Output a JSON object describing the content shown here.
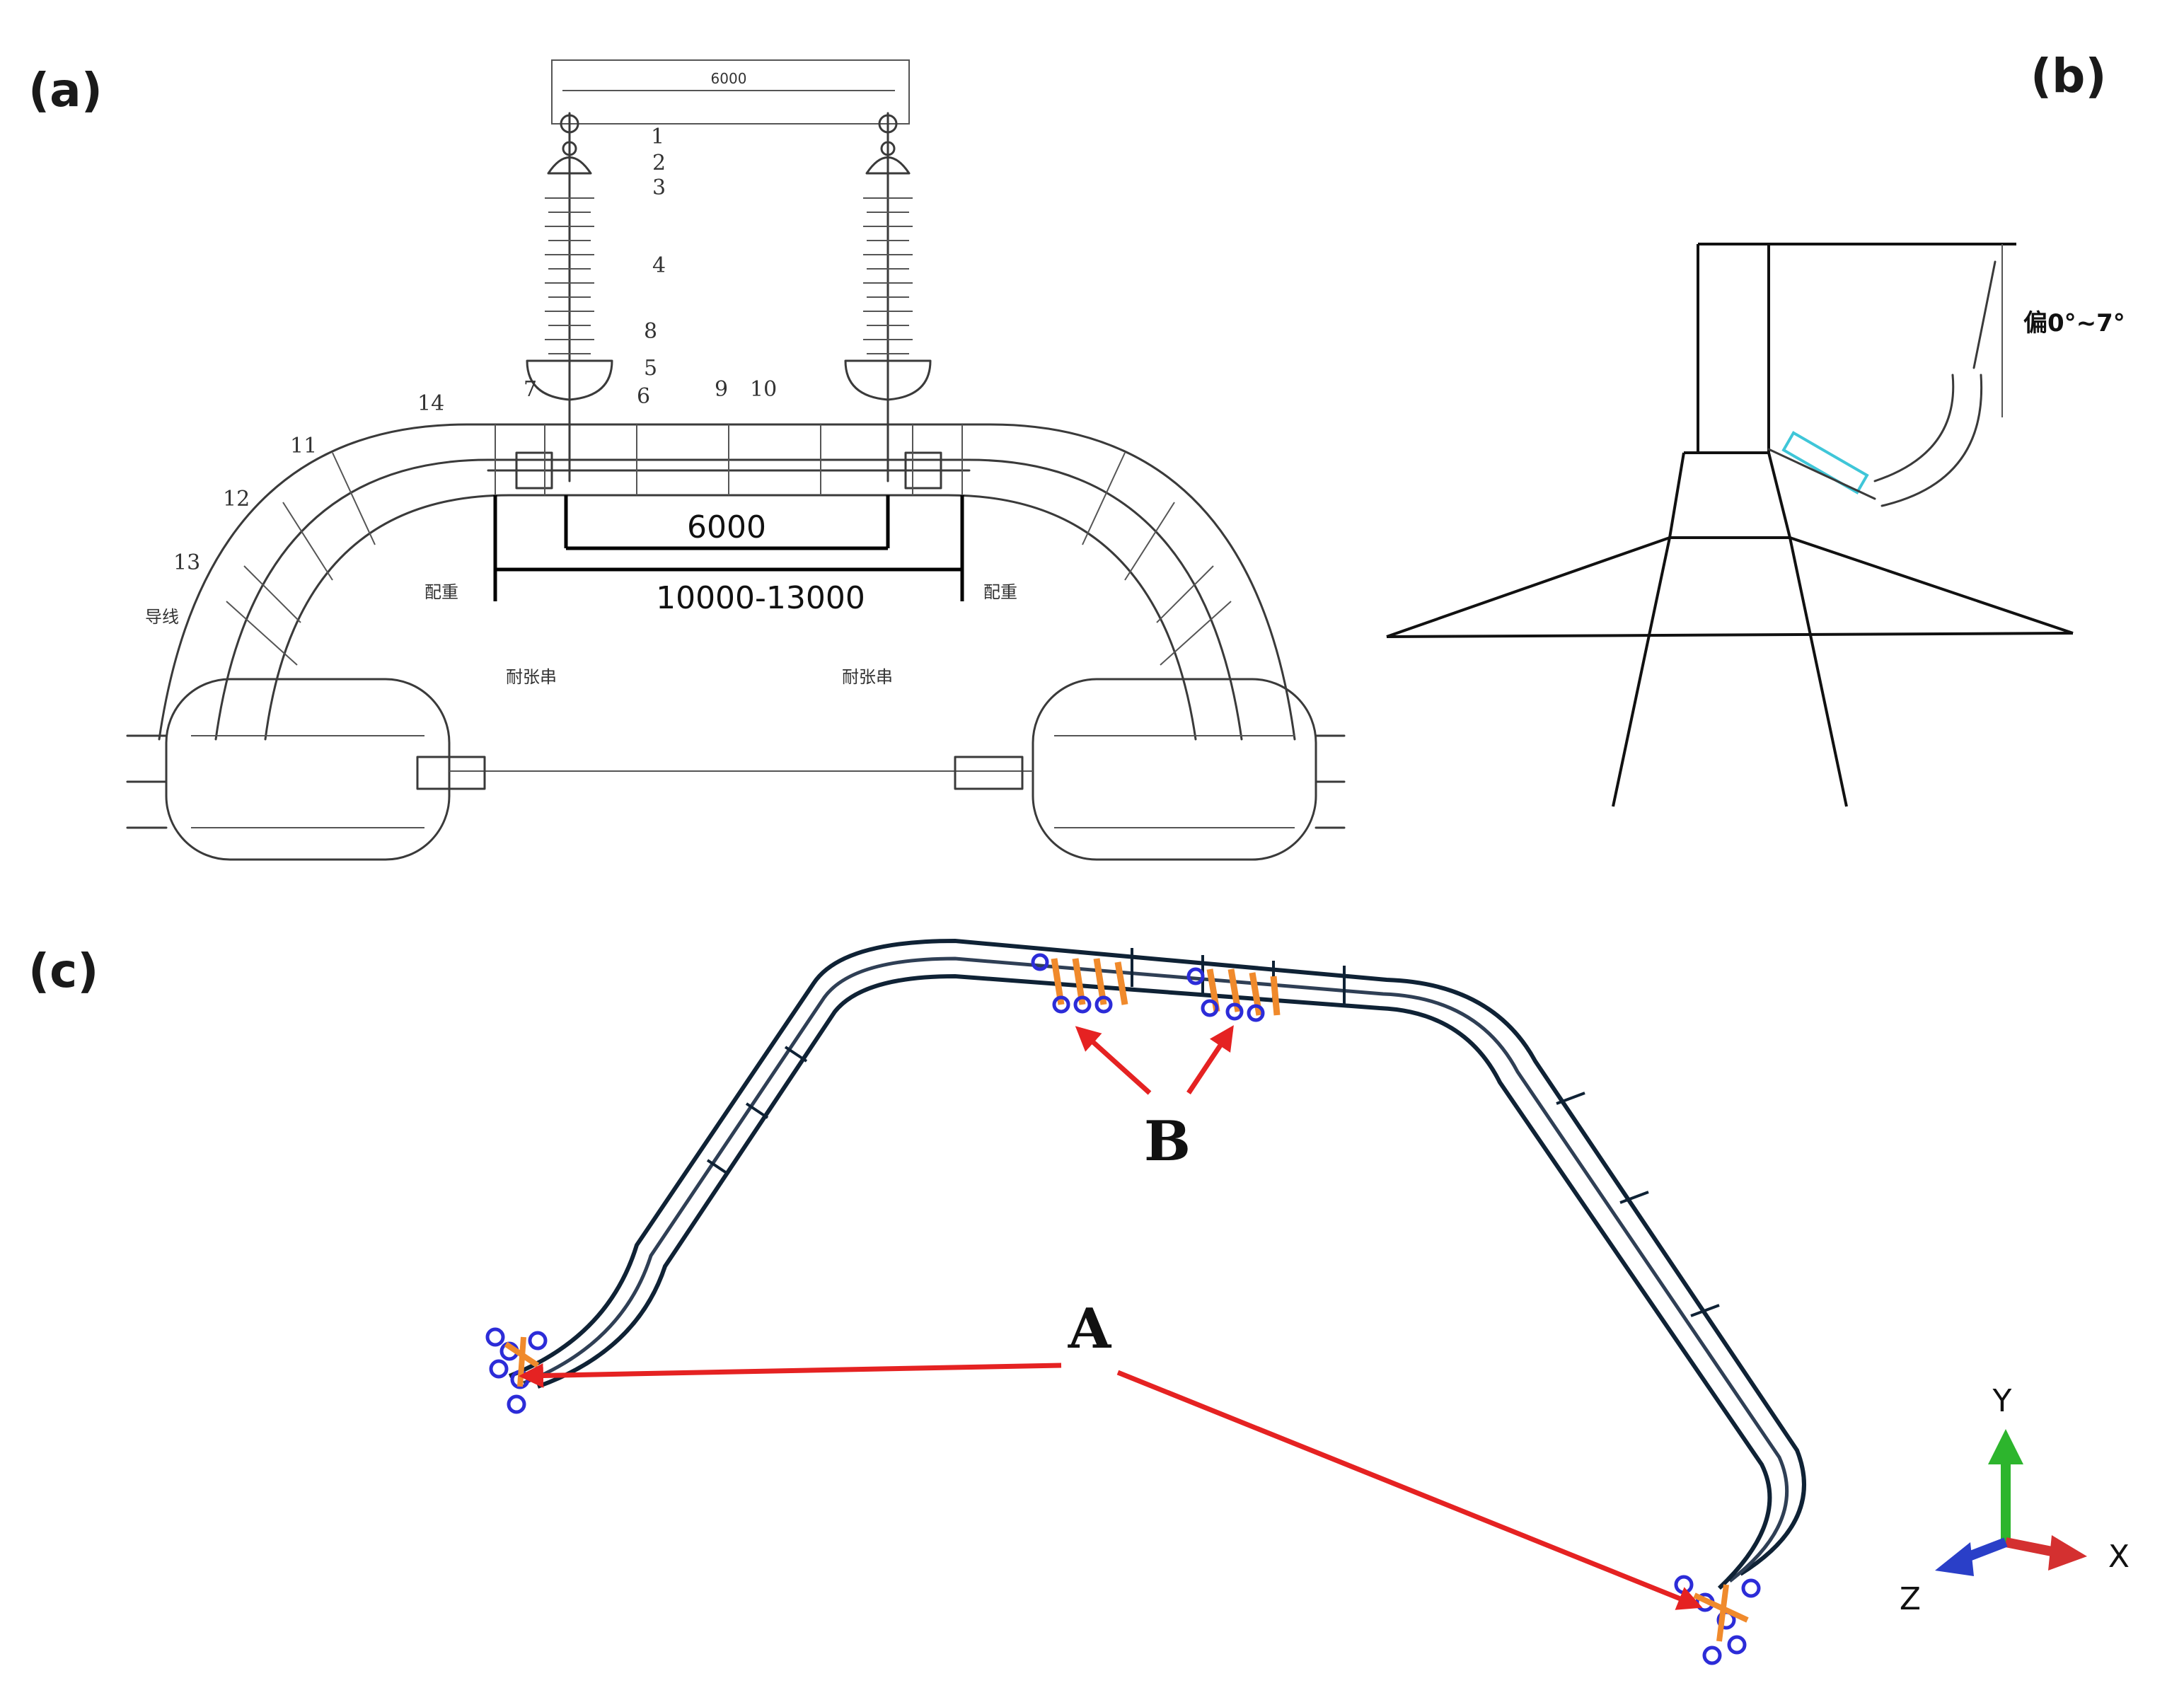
{
  "panels": {
    "a": {
      "label": "(a)",
      "top_dimension": "6000",
      "callouts": [
        "1",
        "2",
        "3",
        "4",
        "5",
        "6",
        "7",
        "8",
        "9",
        "10",
        "11",
        "12",
        "13",
        "14"
      ],
      "dim_inner": "6000",
      "dim_outer": "10000-13000",
      "left_weight_label": "配重",
      "right_weight_label": "配重",
      "conductor_label": "导线",
      "left_tension_label": "耐张串",
      "right_tension_label": "耐张串"
    },
    "b": {
      "label": "(b)",
      "angle_label": "偏0°~7°"
    },
    "c": {
      "label": "(c)",
      "marker_a": "A",
      "marker_b": "B",
      "axes": {
        "y": "Y",
        "x": "X",
        "z": "Z"
      },
      "colors": {
        "arrow": "#e52222",
        "y_axis": "#2db52d",
        "x_axis": "#d43030",
        "z_axis": "#2a3fc8",
        "anchor_orange": "#f08a2c",
        "anchor_blue": "#2c2cd8",
        "line": "#0f2235"
      }
    }
  }
}
